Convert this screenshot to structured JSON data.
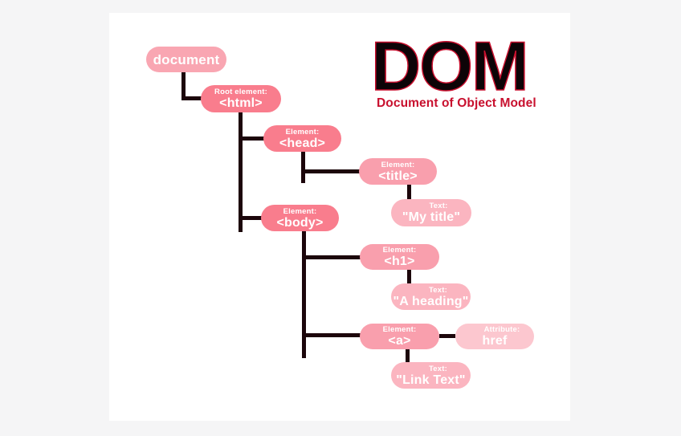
{
  "header": {
    "title": "DOM",
    "subtitle": "Document of Object Model"
  },
  "colors": {
    "document": "#f9a6b2",
    "root": "#f97d8d",
    "element": "#f99fad",
    "text": "#fbb5c0",
    "attribute": "#fcc7cf",
    "line": "#1c060b",
    "accent": "#c8102e",
    "canvas": "#ffffff",
    "page_background": "#f5f5f6"
  },
  "tree": {
    "nodes": [
      {
        "id": "document",
        "kind_label": "",
        "name_label": "document",
        "variant": "document"
      },
      {
        "id": "html",
        "kind_label": "Root element:",
        "name_label": "<html>",
        "variant": "root"
      },
      {
        "id": "head",
        "kind_label": "Element:",
        "name_label": "<head>",
        "variant": "root"
      },
      {
        "id": "title",
        "kind_label": "Element:",
        "name_label": "<title>",
        "variant": "element"
      },
      {
        "id": "my-title",
        "kind_label": "Text:",
        "name_label": "\"My title\"",
        "variant": "text"
      },
      {
        "id": "body",
        "kind_label": "Element:",
        "name_label": "<body>",
        "variant": "root"
      },
      {
        "id": "h1",
        "kind_label": "Element:",
        "name_label": "<h1>",
        "variant": "element"
      },
      {
        "id": "a-heading",
        "kind_label": "Text:",
        "name_label": "\"A heading\"",
        "variant": "text"
      },
      {
        "id": "a",
        "kind_label": "Element:",
        "name_label": "<a>",
        "variant": "element"
      },
      {
        "id": "href",
        "kind_label": "Attribute:",
        "name_label": "href",
        "variant": "attribute"
      },
      {
        "id": "link-text",
        "kind_label": "Text:",
        "name_label": "\"Link Text\"",
        "variant": "text"
      }
    ]
  }
}
